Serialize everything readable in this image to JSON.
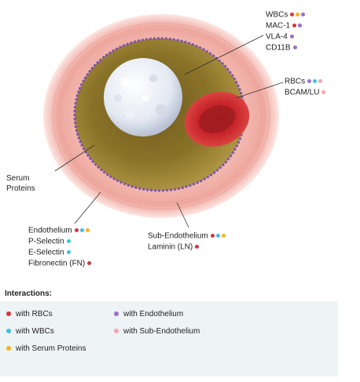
{
  "colors": {
    "rbc_red": "#d6363a",
    "wbc_cyan": "#3cc3e0",
    "serum_yellow": "#f1b51e",
    "endothelium_purple": "#9c6fc4",
    "subendothelium_pink": "#f1a8a8"
  },
  "labels": {
    "wbcs": "WBCs",
    "mac1": "MAC-1",
    "vla4": "VLA-4",
    "cd11b": "CD11B",
    "rbcs": "RBCs",
    "bcam_lu": "BCAM/LU",
    "serum_proteins": [
      "Serum",
      "Proteins"
    ],
    "endothelium": "Endothelium",
    "p_selectin": "P-Selectin",
    "e_selectin": "E-Selectin",
    "fibronectin": "Fibronectin (FN)",
    "sub_endothelium": "Sub-Endothelium",
    "laminin": "Laminin (LN)"
  },
  "legend": {
    "title": "Interactions:",
    "items": [
      {
        "text": "with RBCs",
        "color": "#d6363a"
      },
      {
        "text": "with WBCs",
        "color": "#3cc3e0"
      },
      {
        "text": "with Serum Proteins",
        "color": "#f1b51e"
      },
      {
        "text": "with Endothelium",
        "color": "#9c6fc4"
      },
      {
        "text": "with Sub-Endothelium",
        "color": "#f1a8a8"
      }
    ]
  },
  "label_dots": {
    "wbcs": [
      "#d6363a",
      "#f1b51e",
      "#9c6fc4"
    ],
    "mac1": [
      "#d6363a",
      "#9c6fc4"
    ],
    "vla4": [
      "#9c6fc4"
    ],
    "cd11b": [
      "#9c6fc4"
    ],
    "rbcs": [
      "#9c6fc4",
      "#3cc3e0",
      "#f1a8a8"
    ],
    "bcam_lu": [
      "#f1a8a8"
    ],
    "endothelium": [
      "#d6363a",
      "#3cc3e0",
      "#f1b51e"
    ],
    "p_selectin": [
      "#3cc3e0"
    ],
    "e_selectin": [
      "#3cc3e0"
    ],
    "fibronectin": [
      "#d6363a"
    ],
    "sub_endothelium": [
      "#d6363a",
      "#3cc3e0",
      "#f1b51e"
    ],
    "laminin": [
      "#d6363a"
    ]
  }
}
